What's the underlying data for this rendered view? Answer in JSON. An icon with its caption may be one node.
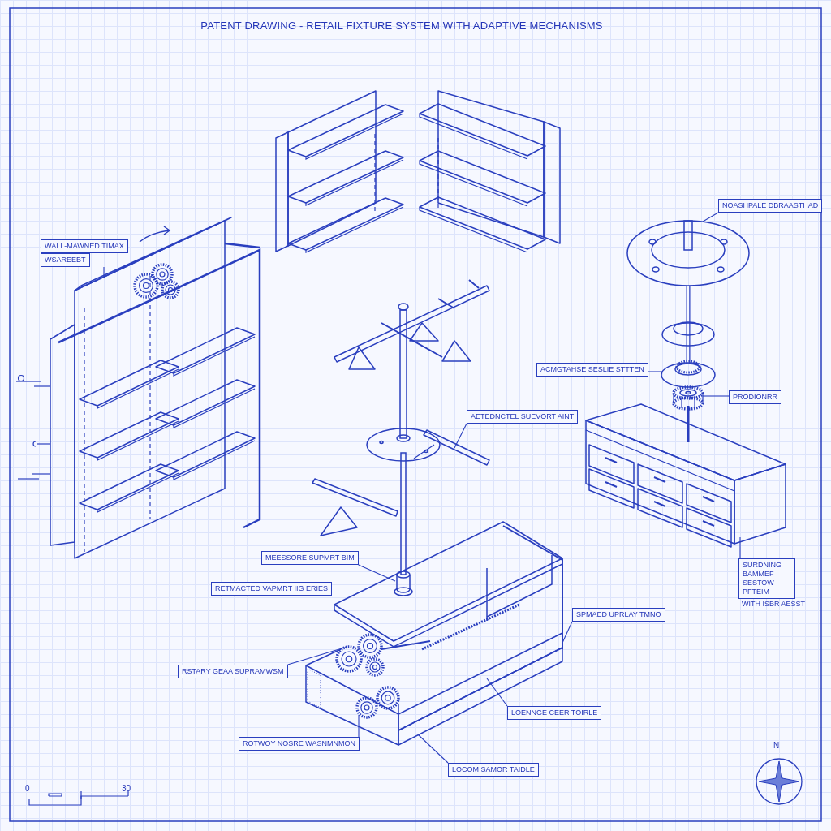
{
  "diagram": {
    "title": "PATENT DRAWING - RETAIL FIXTURE SYSTEM WITH ADAPTIVE MECHANISMS",
    "nodes": [
      {
        "text": [
          "WALL-MAWNED TIMAX",
          "WSAREEBT"
        ]
      },
      {
        "text": [],
        "shape": "picture"
      },
      {
        "text": [
          "NOASHPALE DBRAASTHAD"
        ]
      },
      {
        "text": [],
        "shape": "picture"
      },
      {
        "text": [
          "ACMGTAHSE SESLIE STTTEN"
        ]
      },
      {
        "text": [],
        "shape": "picture"
      },
      {
        "text": [
          "PRODIONRR"
        ]
      },
      {
        "text": [],
        "shape": "picture"
      },
      {
        "text": [
          "AETEDNCTEL SUEVORT AINT"
        ]
      },
      {
        "text": [],
        "shape": "picture"
      },
      {
        "text": [
          "MEESSORE SUPMRT BIM"
        ]
      },
      {
        "text": [],
        "shape": "cylinder"
      },
      {
        "text": [
          "RETMACTED VAPMRT IIG ERIES"
        ]
      },
      {
        "text": [
          "SPMAED UPRLAY TMNO"
        ]
      },
      {
        "text": [],
        "shape": "picture"
      },
      {
        "text": [
          "RSTARY GEAA SUPRAMWSM"
        ]
      },
      {
        "text": [],
        "shape": "picture"
      },
      {
        "text": [
          "ROTWOY NOSRE WASNMNMON"
        ]
      },
      {
        "text": [],
        "shape": "picture"
      },
      {
        "text": [
          "LOENNGE CEER TOIRLE"
        ]
      },
      {
        "text": [],
        "shape": "picture"
      },
      {
        "text": [
          "LOCOM SAMOR TAIDLE"
        ]
      },
      {
        "text": [],
        "shape": "picture"
      },
      {
        "text": [
          "SURDNING BAMMEF SESTOW PFTEIM"
        ],
        "beside": [
          "WITH ISBR AESST"
        ]
      },
      {
        "text": [],
        "shape": "picture"
      }
    ],
    "edges": [
      {
        "from": 0,
        "to": 1,
        "arrow": "none"
      },
      {
        "from": 2,
        "to": 3,
        "arrow": "none"
      },
      {
        "from": 4,
        "to": 5,
        "arrow": "none"
      },
      {
        "from": 6,
        "to": 7,
        "arrow": "none"
      },
      {
        "from": 8,
        "to": 9,
        "arrow": "none"
      },
      {
        "from": 10,
        "to": 11,
        "arrow": "none"
      },
      {
        "from": 13,
        "to": 14,
        "arrow": "none"
      },
      {
        "from": 15,
        "to": 16,
        "arrow": "none"
      },
      {
        "from": 17,
        "to": 18,
        "arrow": "none"
      },
      {
        "from": 19,
        "to": 20,
        "arrow": "none"
      },
      {
        "from": 21,
        "to": 22,
        "arrow": "none"
      },
      {
        "from": 23,
        "to": 24,
        "arrow": "none"
      }
    ],
    "labels": [
      "0",
      "30",
      "N"
    ]
  }
}
